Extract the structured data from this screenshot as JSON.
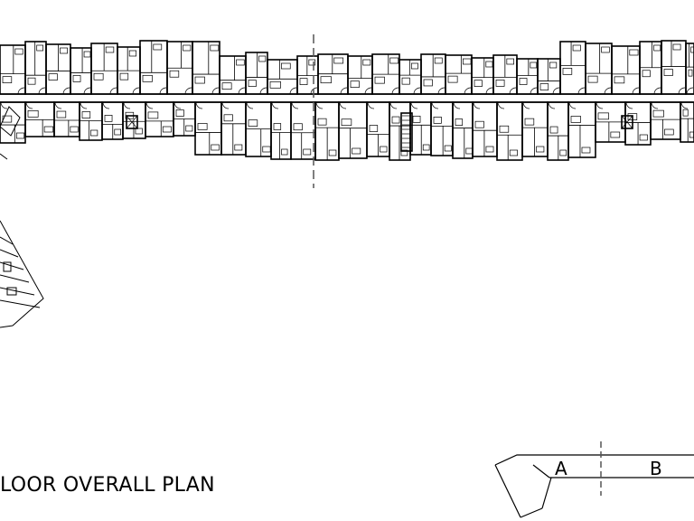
{
  "drawing": {
    "title": "LOOR OVERALL PLAN",
    "key_plan": {
      "sections": [
        "A",
        "B"
      ]
    },
    "colors": {
      "line": "#000000",
      "background": "#ffffff"
    }
  }
}
